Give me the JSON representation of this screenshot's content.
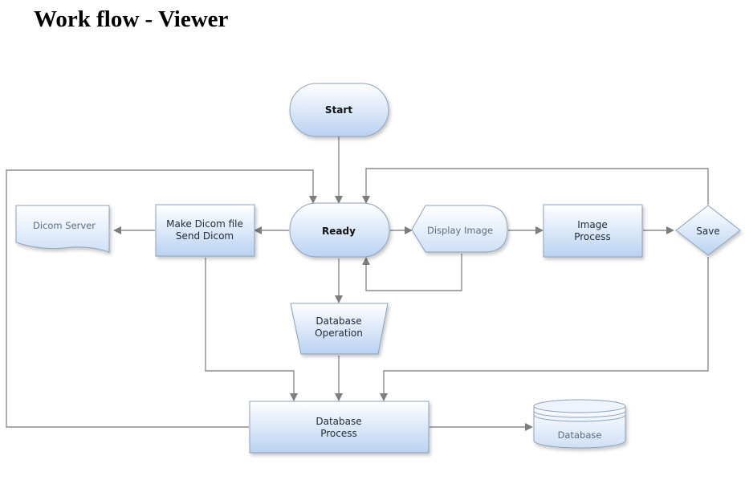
{
  "page": {
    "title": "Work flow - Viewer"
  },
  "nodes": {
    "start": {
      "label": "Start"
    },
    "ready": {
      "label": "Ready"
    },
    "dicom_server": {
      "label": "Dicom Server"
    },
    "make_dicom": {
      "line1": "Make Dicom file",
      "line2": "Send Dicom"
    },
    "display_image": {
      "label": "Display Image"
    },
    "image_process": {
      "line1": "Image",
      "line2": "Process"
    },
    "save": {
      "label": "Save"
    },
    "database_operation": {
      "line1": "Database",
      "line2": "Operation"
    },
    "database_process": {
      "line1": "Database",
      "line2": "Process"
    },
    "database": {
      "label": "Database"
    }
  },
  "colors": {
    "node_fill_top": "#ffffff",
    "node_fill_bottom": "#b9d2f2",
    "node_stroke": "#8da2c0",
    "edge": "#8c8c8c"
  }
}
